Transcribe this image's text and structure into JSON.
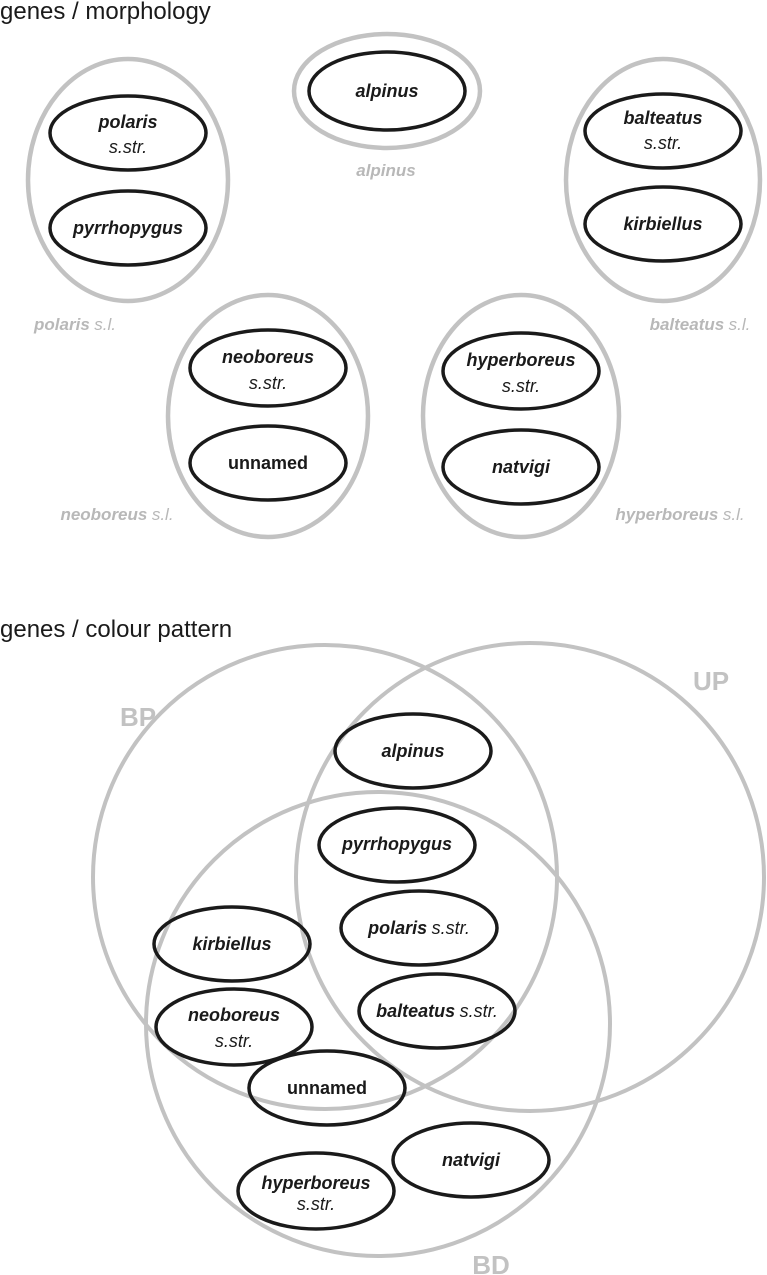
{
  "sections": {
    "morphology_title": "genes / morphology",
    "colour_title": "genes / colour pattern"
  },
  "morphology": {
    "groups": [
      {
        "name": "polaris",
        "qualifier": "s.l.",
        "taxa": [
          {
            "name": "polaris",
            "qualifier": "s.str.",
            "italic": true
          },
          {
            "name": "pyrrhopygus",
            "qualifier": "",
            "italic": true
          }
        ]
      },
      {
        "name": "alpinus",
        "qualifier": "",
        "taxa": [
          {
            "name": "alpinus",
            "qualifier": "",
            "italic": true
          }
        ]
      },
      {
        "name": "balteatus",
        "qualifier": "s.l.",
        "taxa": [
          {
            "name": "balteatus",
            "qualifier": "s.str.",
            "italic": true
          },
          {
            "name": "kirbiellus",
            "qualifier": "",
            "italic": true
          }
        ]
      },
      {
        "name": "neoboreus",
        "qualifier": "s.l.",
        "taxa": [
          {
            "name": "neoboreus",
            "qualifier": "s.str.",
            "italic": true
          },
          {
            "name": "unnamed",
            "qualifier": "",
            "italic": false
          }
        ]
      },
      {
        "name": "hyperboreus",
        "qualifier": "s.l.",
        "taxa": [
          {
            "name": "hyperboreus",
            "qualifier": "s.str.",
            "italic": true
          },
          {
            "name": "natvigi",
            "qualifier": "",
            "italic": true
          }
        ]
      }
    ]
  },
  "colour_pattern": {
    "sets": [
      {
        "label": "BP"
      },
      {
        "label": "UP"
      },
      {
        "label": "BD"
      }
    ],
    "taxa": [
      {
        "name": "alpinus",
        "qualifier": "",
        "italic": true
      },
      {
        "name": "pyrrhopygus",
        "qualifier": "",
        "italic": true
      },
      {
        "name": "polaris",
        "qualifier": "s.str.",
        "italic": true
      },
      {
        "name": "balteatus",
        "qualifier": "s.str.",
        "italic": true
      },
      {
        "name": "kirbiellus",
        "qualifier": "",
        "italic": true
      },
      {
        "name": "neoboreus",
        "qualifier": "s.str.",
        "italic": true
      },
      {
        "name": "unnamed",
        "qualifier": "",
        "italic": false
      },
      {
        "name": "hyperboreus",
        "qualifier": "s.str.",
        "italic": true
      },
      {
        "name": "natvigi",
        "qualifier": "",
        "italic": true
      }
    ]
  },
  "colors": {
    "group_outline": "#c2c2c2",
    "group_label": "#b8b8b8",
    "taxon_outline": "#1a1a1a",
    "taxon_text": "#1a1a1a"
  }
}
